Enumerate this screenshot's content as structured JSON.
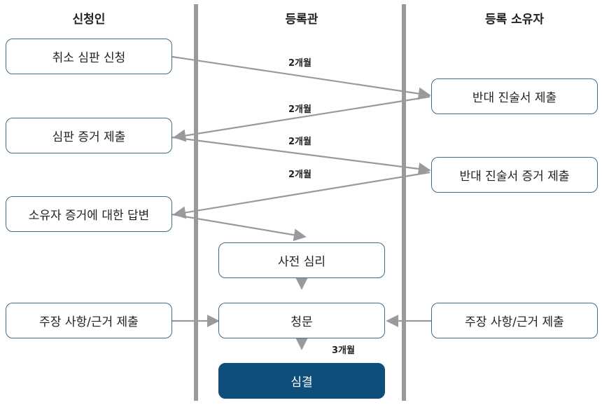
{
  "headers": {
    "applicant": "신청인",
    "registrar": "등록관",
    "owner": "등록 소유자"
  },
  "steps": {
    "cancel_request": "취소 심판 신청",
    "counter_statement": "반대 진술서 제출",
    "submit_evidence": "심판 증거 제출",
    "counter_evidence": "반대 진술서 증거 제출",
    "reply_to_owner_evidence": "소유자 증거에 대한 답변",
    "preliminary_review": "사전 심리",
    "applicant_submission": "주장 사항/근거 제출",
    "hearing": "청문",
    "owner_submission": "주장 사항/근거 제출",
    "decision": "심결"
  },
  "durations": {
    "counter_statement": "2개월",
    "submit_evidence": "2개월",
    "counter_evidence": "2개월",
    "reply": "2개월",
    "decision": "3개월"
  },
  "colors": {
    "divider": "#9a9a9a",
    "box_border": "#3f6d88",
    "arrow": "#9a9a9a",
    "final_fill": "#0e4e7a"
  }
}
